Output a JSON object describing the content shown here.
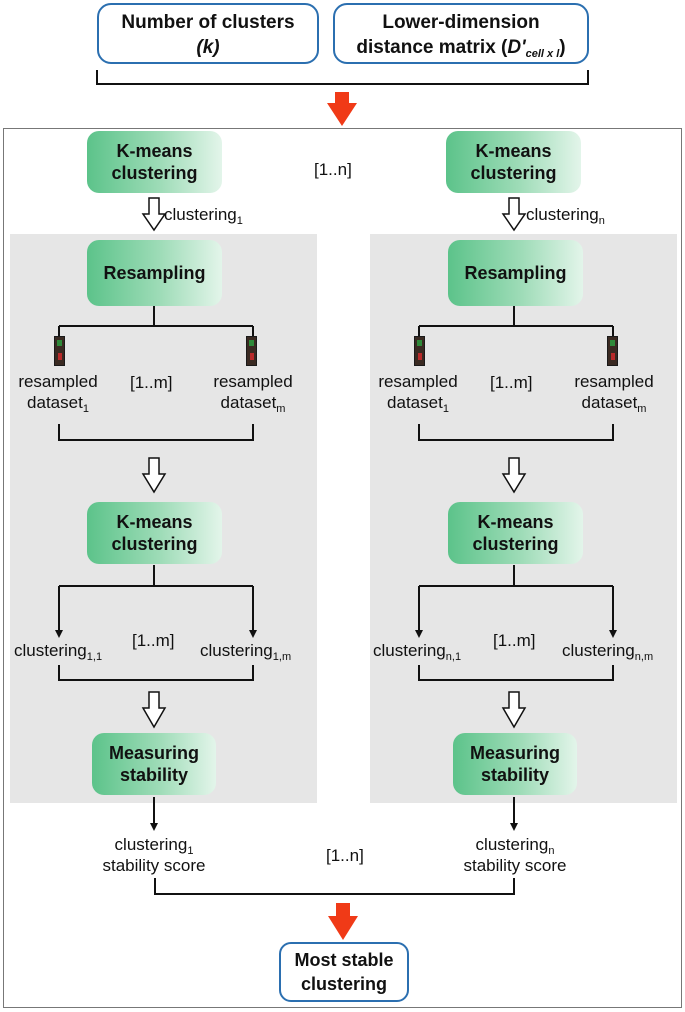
{
  "inputs": {
    "clusters_line1": "Number of clusters",
    "clusters_line2": "(k)",
    "distance_line1": "Lower-dimension",
    "distance_line2": "distance matrix (",
    "distance_symbol": "D'",
    "distance_subscript": "cell x l",
    "distance_close": ")"
  },
  "top_range": "[1..n]",
  "left": {
    "kmeans_line1": "K-means",
    "kmeans_line2": "clustering",
    "clustering_label": "clustering",
    "clustering_sub": "1",
    "resampling": "Resampling",
    "resampled_left_line1": "resampled",
    "resampled_left_line2": "dataset",
    "resampled_left_sub": "1",
    "resampled_range": "[1..m]",
    "resampled_right_line1": "resampled",
    "resampled_right_line2": "dataset",
    "resampled_right_sub": "m",
    "kmeans2_line1": "K-means",
    "kmeans2_line2": "clustering",
    "sub_left_label": "clustering",
    "sub_left_sub": "1,1",
    "sub_range": "[1..m]",
    "sub_right_label": "clustering",
    "sub_right_sub": "1,m",
    "measuring_line1": "Measuring",
    "measuring_line2": "stability",
    "score_line1": "clustering",
    "score_sub": "1",
    "score_line2": "stability score"
  },
  "right": {
    "kmeans_line1": "K-means",
    "kmeans_line2": "clustering",
    "clustering_label": "clustering",
    "clustering_sub": "n",
    "resampling": "Resampling",
    "resampled_left_line1": "resampled",
    "resampled_left_line2": "dataset",
    "resampled_left_sub": "1",
    "resampled_range": "[1..m]",
    "resampled_right_line1": "resampled",
    "resampled_right_line2": "dataset",
    "resampled_right_sub": "m",
    "kmeans2_line1": "K-means",
    "kmeans2_line2": "clustering",
    "sub_left_label": "clustering",
    "sub_left_sub": "n,1",
    "sub_range": "[1..m]",
    "sub_right_label": "clustering",
    "sub_right_sub": "n,m",
    "measuring_line1": "Measuring",
    "measuring_line2": "stability",
    "score_line1": "clustering",
    "score_sub": "n",
    "score_line2": "stability score"
  },
  "bottom_range": "[1..n]",
  "final": {
    "line1": "Most stable",
    "line2": "clustering"
  },
  "colors": {
    "box_border": "#2b6fb0",
    "arrow_red": "#f03a17",
    "panel_gray": "#e6e6e6",
    "green_start": "#5cc38a",
    "green_end": "#e3f5ea"
  }
}
